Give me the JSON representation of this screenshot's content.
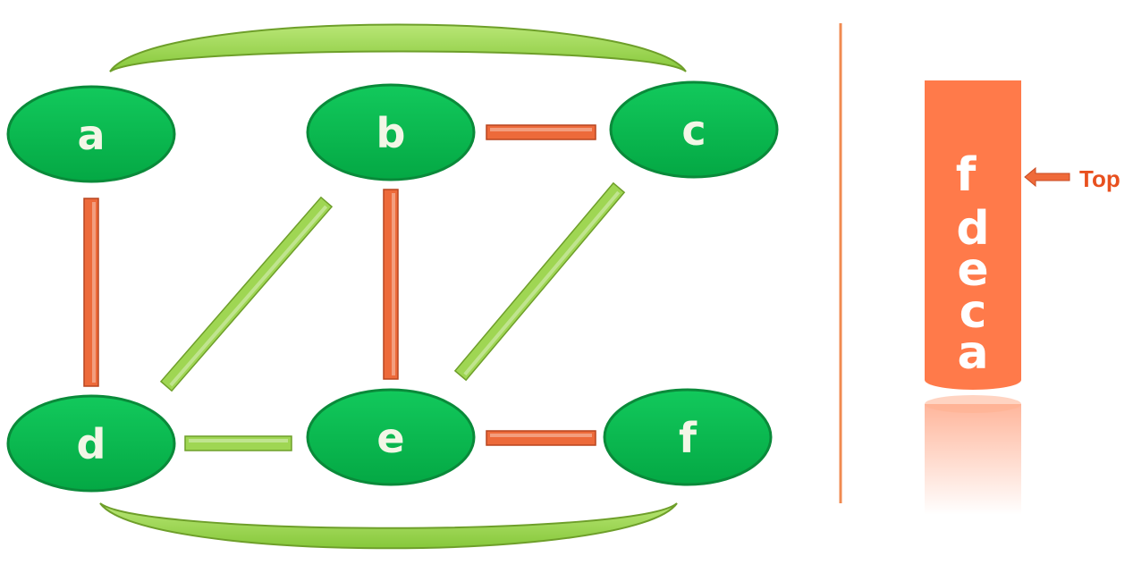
{
  "graph": {
    "nodes": [
      {
        "id": "a",
        "label": "a"
      },
      {
        "id": "b",
        "label": "b"
      },
      {
        "id": "c",
        "label": "c"
      },
      {
        "id": "d",
        "label": "d"
      },
      {
        "id": "e",
        "label": "e"
      },
      {
        "id": "f",
        "label": "f"
      }
    ],
    "edges": [
      {
        "from": "a",
        "to": "d",
        "state": "highlighted"
      },
      {
        "from": "b",
        "to": "c",
        "state": "highlighted"
      },
      {
        "from": "b",
        "to": "e",
        "state": "highlighted"
      },
      {
        "from": "e",
        "to": "f",
        "state": "highlighted"
      },
      {
        "from": "b",
        "to": "d",
        "state": "normal"
      },
      {
        "from": "c",
        "to": "e",
        "state": "normal"
      },
      {
        "from": "d",
        "to": "e",
        "state": "normal"
      },
      {
        "from": "a",
        "to": "c",
        "state": "normal"
      },
      {
        "from": "d",
        "to": "f",
        "state": "normal"
      }
    ]
  },
  "stack": {
    "items_top_to_bottom": [
      "f",
      "d",
      "e",
      "c",
      "a"
    ],
    "top_pointer_label": "Top"
  },
  "colors": {
    "node_fill": "#06b54c",
    "node_stroke": "#0a8a3a",
    "highlighted_edge": "#ed6a3a",
    "normal_edge": "#9fd653",
    "stack_fill": "#ff7a4a",
    "top_label": "#e8501e",
    "divider": "#f08a50"
  }
}
